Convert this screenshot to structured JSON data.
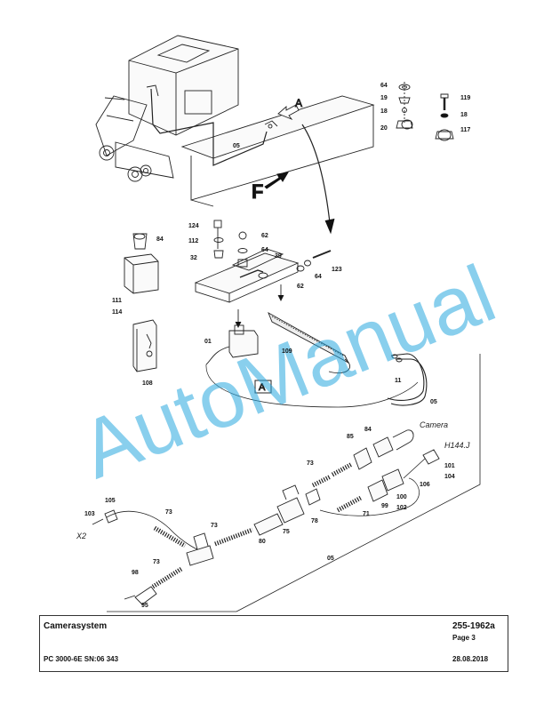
{
  "diagram": {
    "part_labels": [
      "64",
      "19",
      "18",
      "20",
      "119",
      "18",
      "117",
      "05",
      "124",
      "62",
      "112",
      "64",
      "32",
      "39",
      "123",
      "84",
      "111",
      "114",
      "62",
      "64",
      "01",
      "109",
      "108",
      "11",
      "05",
      "85",
      "84",
      "73",
      "101",
      "104",
      "106",
      "105",
      "103",
      "73",
      "73",
      "100",
      "102",
      "99",
      "71",
      "78",
      "75",
      "80",
      "98",
      "73",
      "95",
      "05"
    ],
    "text_labels": [
      "Camera",
      "H144.J",
      "X2"
    ],
    "view_arrow_label": "A",
    "direction_label": "F",
    "view_box_label": "A",
    "watermark": "AutoManual"
  },
  "footer": {
    "title": "Camerasystem",
    "doc_number": "255-1962a",
    "page": "Page 3",
    "machine": "PC 3000-6E SN:06 343",
    "date": "28.08.2018"
  }
}
